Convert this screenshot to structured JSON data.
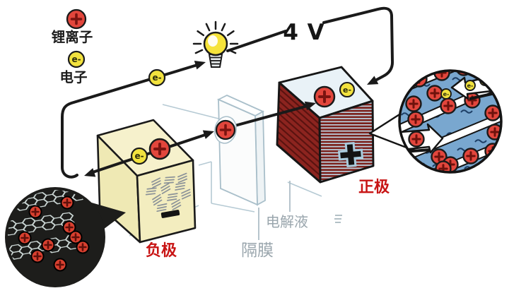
{
  "legend": {
    "li_ion": {
      "symbol": "+",
      "label": "锂离子"
    },
    "electron": {
      "symbol": "e-",
      "label": "电子"
    }
  },
  "circuit": {
    "voltage_label": "4 V"
  },
  "battery": {
    "negative_label": "负极",
    "positive_label": "正极",
    "separator_label": "隔膜",
    "electrolyte_label": "电解液",
    "negative_terminal": "−",
    "positive_terminal": "+"
  },
  "particles": {
    "electron_symbol": "e-",
    "ion_symbol": "+"
  },
  "colors": {
    "ion_red": "#e2463c",
    "ion_cross_dark": "#7a1410",
    "electron_yellow": "#f2e23e",
    "label_red": "#c81414",
    "label_gray": "#9aa6ad",
    "negative_cream": "#f3edbf",
    "positive_maroon": "#7b211c",
    "positive_stripe_blue": "#bdd3e1",
    "magnifier_blue": "#79a7cf",
    "wire_black": "#1a1a1a",
    "wireframe_blue": "#b6cad4",
    "graphite_black": "#1d1d1b"
  }
}
